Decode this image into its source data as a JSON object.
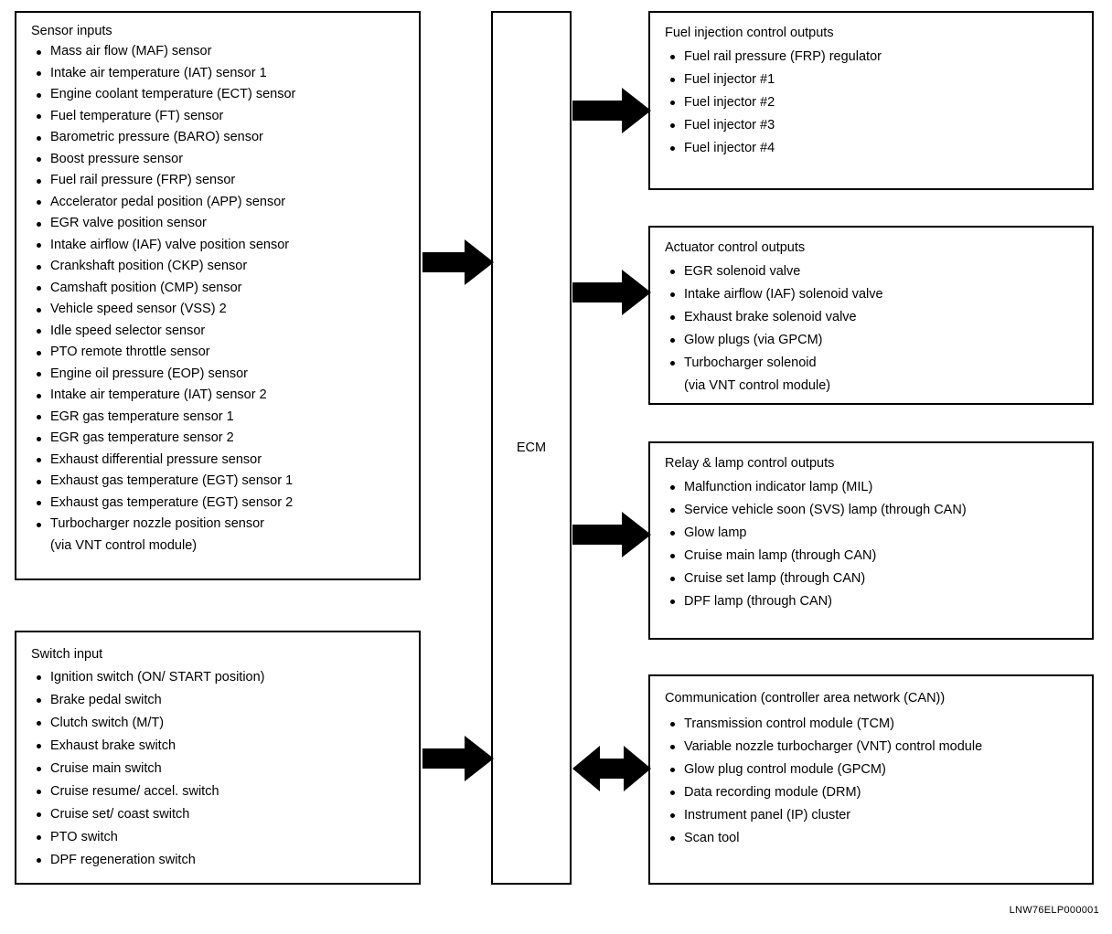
{
  "diagram": {
    "title_code": "LNW76ELP000001",
    "center": {
      "label": "ECM"
    },
    "left_boxes": [
      {
        "id": "sensor-inputs",
        "title": "Sensor inputs",
        "items": [
          "Mass air flow (MAF) sensor",
          "Intake air temperature (IAT) sensor 1",
          "Engine coolant temperature (ECT) sensor",
          "Fuel temperature (FT) sensor",
          "Barometric pressure (BARO) sensor",
          "Boost pressure sensor",
          "Fuel rail pressure (FRP) sensor",
          "Accelerator pedal position (APP) sensor",
          "EGR valve position sensor",
          "Intake airflow (IAF) valve position sensor",
          "Crankshaft position (CKP) sensor",
          "Camshaft position (CMP) sensor",
          "Vehicle speed sensor (VSS) 2",
          "Idle speed selector sensor",
          "PTO remote throttle sensor",
          "Engine oil pressure (EOP) sensor",
          "Intake air temperature (IAT) sensor 2",
          "EGR gas temperature sensor 1",
          "EGR gas temperature sensor 2",
          "Exhaust differential pressure sensor",
          "Exhaust gas temperature (EGT) sensor 1",
          "Exhaust gas temperature (EGT) sensor 2",
          "Turbocharger nozzle position sensor",
          "(via VNT control module)"
        ],
        "continuation_indexes": [
          23
        ]
      },
      {
        "id": "switch-input",
        "title": "Switch input",
        "items": [
          "Ignition switch (ON/ START position)",
          "Brake pedal switch",
          "Clutch switch (M/T)",
          "Exhaust brake switch",
          "Cruise main switch",
          "Cruise resume/ accel. switch",
          "Cruise set/ coast switch",
          "PTO switch",
          "DPF regeneration switch"
        ],
        "continuation_indexes": []
      }
    ],
    "right_boxes": [
      {
        "id": "fuel-injection-control-outputs",
        "title": "Fuel injection control outputs",
        "items": [
          "Fuel rail pressure (FRP) regulator",
          "Fuel injector #1",
          "Fuel injector #2",
          "Fuel injector #3",
          "Fuel injector #4"
        ],
        "continuation_indexes": []
      },
      {
        "id": "actuator-control-outputs",
        "title": "Actuator control outputs",
        "items": [
          "EGR solenoid valve",
          "Intake airflow (IAF) solenoid valve",
          "Exhaust brake solenoid valve",
          "Glow plugs (via GPCM)",
          "Turbocharger solenoid",
          "(via VNT control module)"
        ],
        "continuation_indexes": [
          5
        ]
      },
      {
        "id": "relay-lamp-control-outputs",
        "title": "Relay & lamp control outputs",
        "items": [
          "Malfunction indicator lamp (MIL)",
          "Service vehicle soon (SVS) lamp (through CAN)",
          "Glow lamp",
          "Cruise main lamp (through CAN)",
          "Cruise set lamp (through CAN)",
          "DPF lamp (through CAN)"
        ],
        "continuation_indexes": []
      },
      {
        "id": "communication",
        "title": "Communication  (controller area network (CAN))",
        "items": [
          "Transmission control module (TCM)",
          "Variable nozzle turbocharger (VNT) control module",
          "Glow plug control module (GPCM)",
          "Data recording module (DRM)",
          "Instrument panel (IP) cluster",
          "Scan tool"
        ],
        "continuation_indexes": []
      }
    ],
    "arrows": [
      {
        "name": "sensor-inputs-to-ecm-arrow",
        "direction": "right"
      },
      {
        "name": "switch-input-to-ecm-arrow",
        "direction": "right"
      },
      {
        "name": "ecm-to-fuel-injection-arrow",
        "direction": "right"
      },
      {
        "name": "ecm-to-actuator-arrow",
        "direction": "right"
      },
      {
        "name": "ecm-to-relay-lamp-arrow",
        "direction": "right"
      },
      {
        "name": "ecm-to-communication-arrow",
        "direction": "bidirectional"
      }
    ],
    "colors": {
      "ink": "#000000",
      "background": "#ffffff"
    }
  }
}
